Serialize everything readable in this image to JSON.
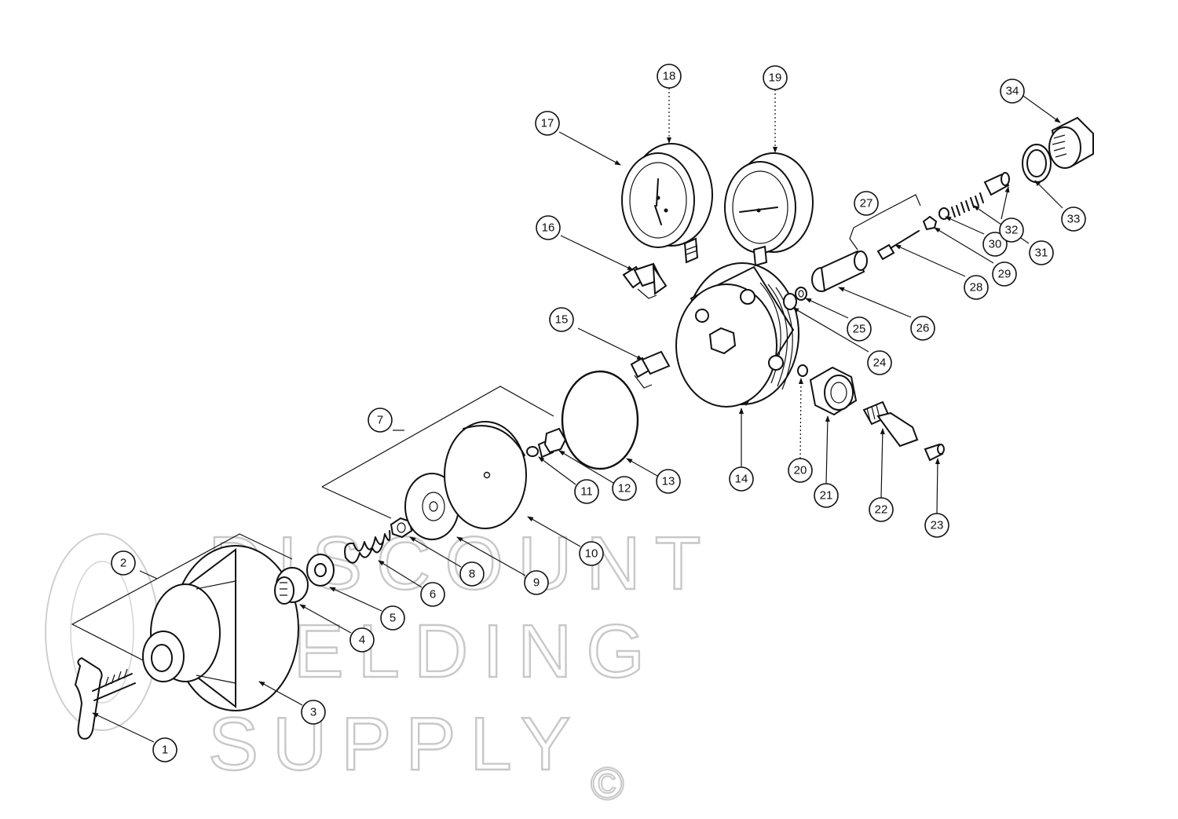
{
  "watermark": {
    "line1": "DISCOUNT",
    "line2": "WELDING",
    "line3": "SUPPLY",
    "symbol": "©"
  },
  "callouts": [
    {
      "id": "c1",
      "label": "1"
    },
    {
      "id": "c2",
      "label": "2"
    },
    {
      "id": "c3",
      "label": "3"
    },
    {
      "id": "c4",
      "label": "4"
    },
    {
      "id": "c5",
      "label": "5"
    },
    {
      "id": "c6",
      "label": "6"
    },
    {
      "id": "c7",
      "label": "7"
    },
    {
      "id": "c8",
      "label": "8"
    },
    {
      "id": "c9",
      "label": "9"
    },
    {
      "id": "c10",
      "label": "10"
    },
    {
      "id": "c11",
      "label": "11"
    },
    {
      "id": "c12",
      "label": "12"
    },
    {
      "id": "c13",
      "label": "13"
    },
    {
      "id": "c14",
      "label": "14"
    },
    {
      "id": "c15",
      "label": "15"
    },
    {
      "id": "c16",
      "label": "16"
    },
    {
      "id": "c17",
      "label": "17"
    },
    {
      "id": "c18",
      "label": "18"
    },
    {
      "id": "c19",
      "label": "19"
    },
    {
      "id": "c20",
      "label": "20"
    },
    {
      "id": "c21",
      "label": "21"
    },
    {
      "id": "c22",
      "label": "22"
    },
    {
      "id": "c23",
      "label": "23"
    },
    {
      "id": "c24",
      "label": "24"
    },
    {
      "id": "c25",
      "label": "25"
    },
    {
      "id": "c26",
      "label": "26"
    },
    {
      "id": "c27",
      "label": "27"
    },
    {
      "id": "c28",
      "label": "28"
    },
    {
      "id": "c29",
      "label": "29"
    },
    {
      "id": "c30",
      "label": "30"
    },
    {
      "id": "c31",
      "label": "31"
    },
    {
      "id": "c32",
      "label": "32"
    },
    {
      "id": "c33",
      "label": "33"
    },
    {
      "id": "c34",
      "label": "34"
    }
  ]
}
